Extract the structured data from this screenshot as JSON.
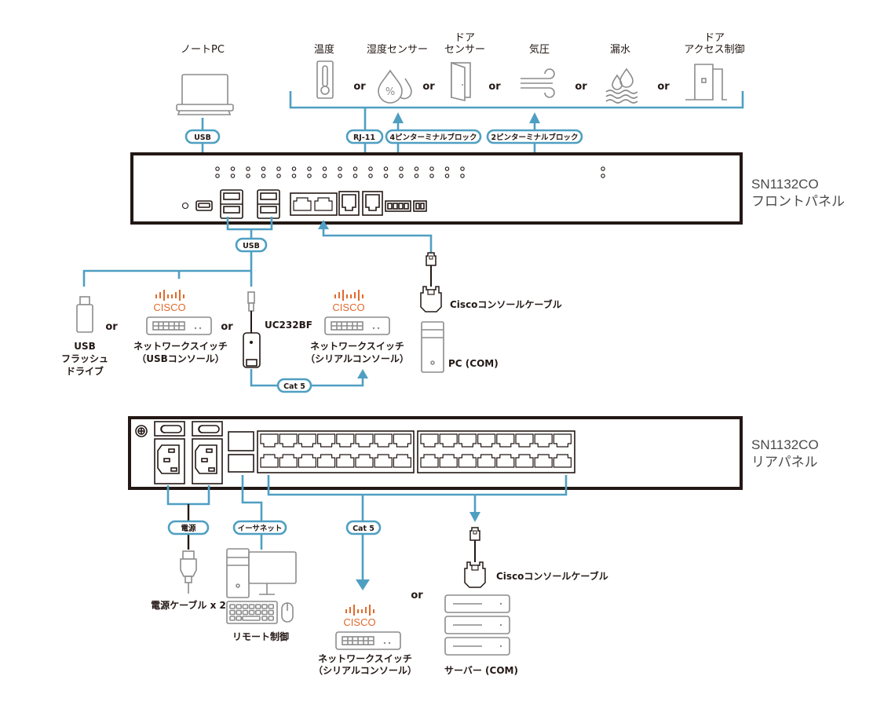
{
  "title": "SN1132CO connection diagram",
  "colors": {
    "connector": "#4f9fc2",
    "cisco_brand": "#e06a2c",
    "device_outline": "#8c8c8c",
    "chassis": "#231815"
  },
  "top_sensors": {
    "items": [
      {
        "label": "温度",
        "icon": "thermometer-icon"
      },
      {
        "label": "湿度センサー",
        "icon": "humidity-icon"
      },
      {
        "label_line1": "ドア",
        "label_line2": "センサー",
        "icon": "door-icon"
      },
      {
        "label": "気圧",
        "icon": "wind-icon"
      },
      {
        "label": "漏水",
        "icon": "water-leak-icon"
      },
      {
        "label_line1": "ドア",
        "label_line2": "アクセス制御",
        "icon": "door-access-icon"
      }
    ],
    "or": "or"
  },
  "laptop": {
    "label": "ノートPC",
    "connector": "USB"
  },
  "connectors_front_top": {
    "rj11": "RJ-11",
    "pin4": "4ピンターミナルブロック",
    "pin2": "2ピンターミナルブロック"
  },
  "front_panel": {
    "model": "SN1132CO",
    "name": "フロントパネル"
  },
  "rear_panel": {
    "model": "SN1132CO",
    "name": "リアパネル"
  },
  "front_bottom": {
    "usb_pill": "USB",
    "usb_flash": {
      "line1": "USB",
      "line2": "フラッシュ",
      "line3": "ドライブ"
    },
    "cisco_usb": {
      "brand": "CISCO",
      "line1": "ネットワークスイッチ",
      "line2": "（USBコンソール）"
    },
    "uc232bf": "UC232BF",
    "cisco_serial": {
      "brand": "CISCO",
      "line1": "ネットワークスイッチ",
      "line2": "（シリアルコンソール）"
    },
    "cat5": "Cat 5",
    "console_cable": "Ciscoコンソールケーブル",
    "pc_com": "PC (COM)",
    "or": "or"
  },
  "rear_bottom": {
    "power_pill": "電源",
    "power_cable": "電源ケーブル x 2",
    "ethernet_pill": "イーサネット",
    "remote": "リモート制御",
    "cat5": "Cat 5",
    "cisco_serial": {
      "brand": "CISCO",
      "line1": "ネットワークスイッチ",
      "line2": "（シリアルコンソール）"
    },
    "or": "or",
    "console_cable": "Ciscoコンソールケーブル",
    "server": "サーバー (COM)"
  }
}
